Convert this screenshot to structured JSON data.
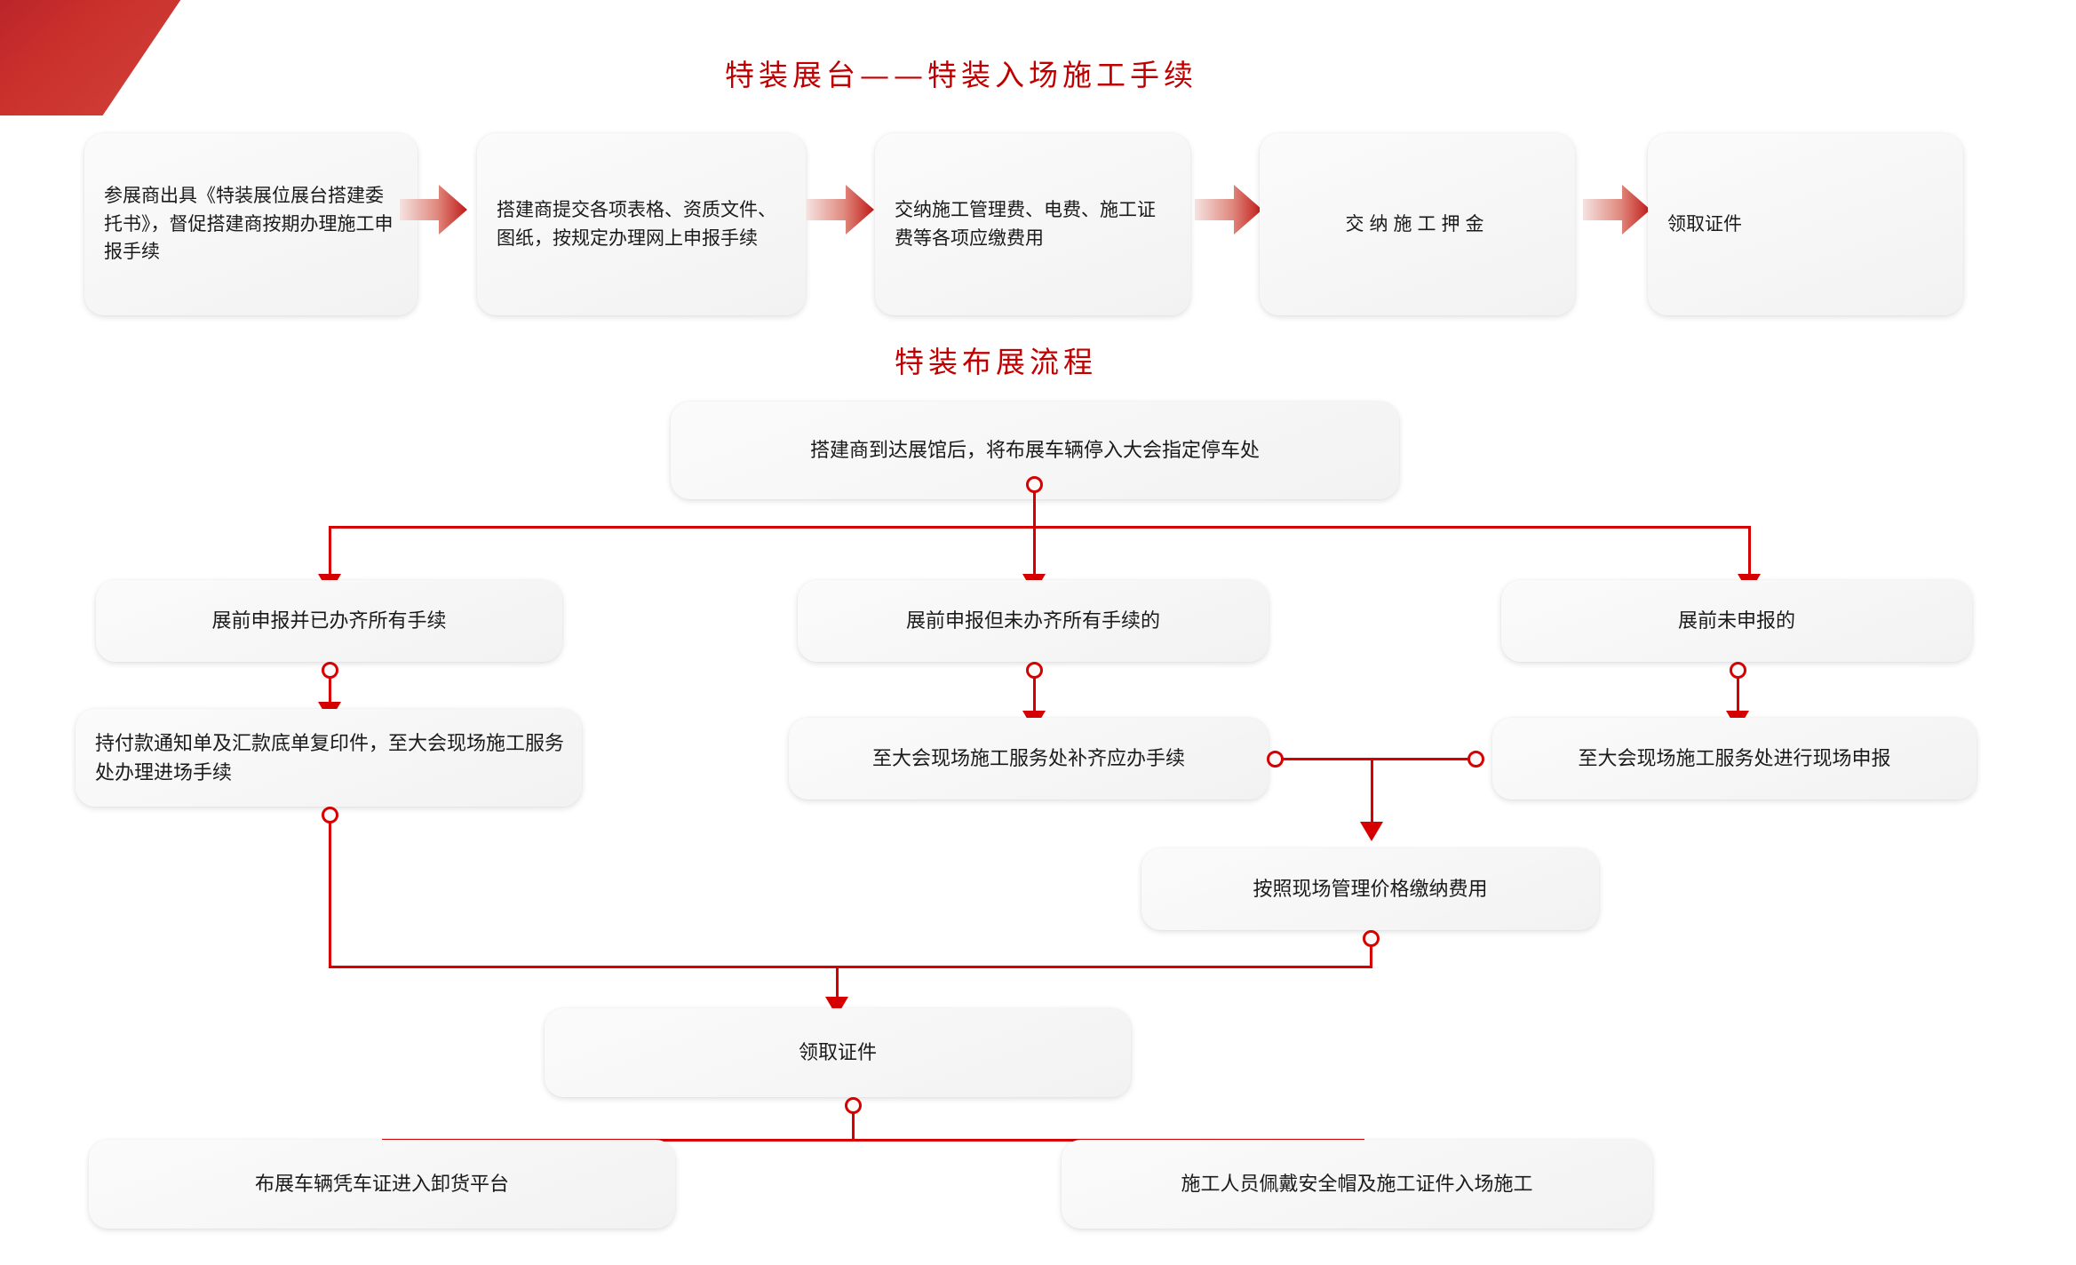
{
  "theme": {
    "accent_red": "#c00000",
    "connector_red": "#d60000",
    "deco_red": "#b5202a",
    "node_bg": "#f7f7f7",
    "text_color": "#1a1a1a"
  },
  "titles": {
    "section_1": "特装展台——特装入场施工手续",
    "section_2": "特装布展流程"
  },
  "procedure_flow": {
    "steps": [
      {
        "id": "s1",
        "text": "参展商出具《特装展位展台搭建委托书》，督促搭建商按期办理施工申报手续"
      },
      {
        "id": "s2",
        "text": "搭建商提交各项表格、资质文件、图纸，按规定办理网上申报手续"
      },
      {
        "id": "s3",
        "text": "交纳施工管理费、电费、施工证费等各项应缴费用"
      },
      {
        "id": "s4",
        "text": "交纳施工押金"
      },
      {
        "id": "s5",
        "text": "领取证件"
      }
    ],
    "arrow_icons": [
      "chevron-right-arrow",
      "chevron-right-arrow",
      "chevron-right-arrow",
      "chevron-right-arrow"
    ]
  },
  "setup_flow": {
    "start": {
      "id": "b0",
      "text": "搭建商到达展馆后，将布展车辆停入大会指定停车处"
    },
    "branches": [
      {
        "id": "b1",
        "text": "展前申报并已办齐所有手续"
      },
      {
        "id": "b2",
        "text": "展前申报但未办齐所有手续的"
      },
      {
        "id": "b3",
        "text": "展前未申报的"
      }
    ],
    "actions": [
      {
        "id": "c1",
        "text": "持付款通知单及汇款底单复印件，至大会现场施工服务处办理进场手续"
      },
      {
        "id": "c2",
        "text": "至大会现场施工服务处补齐应办手续"
      },
      {
        "id": "c3",
        "text": "至大会现场施工服务处进行现场申报"
      }
    ],
    "fee": {
      "id": "d1",
      "text": "按照现场管理价格缴纳费用"
    },
    "collect": {
      "id": "e1",
      "text": "领取证件"
    },
    "outcomes": [
      {
        "id": "f1",
        "text": "布展车辆凭车证进入卸货平台"
      },
      {
        "id": "f2",
        "text": "施工人员佩戴安全帽及施工证件入场施工"
      }
    ]
  }
}
